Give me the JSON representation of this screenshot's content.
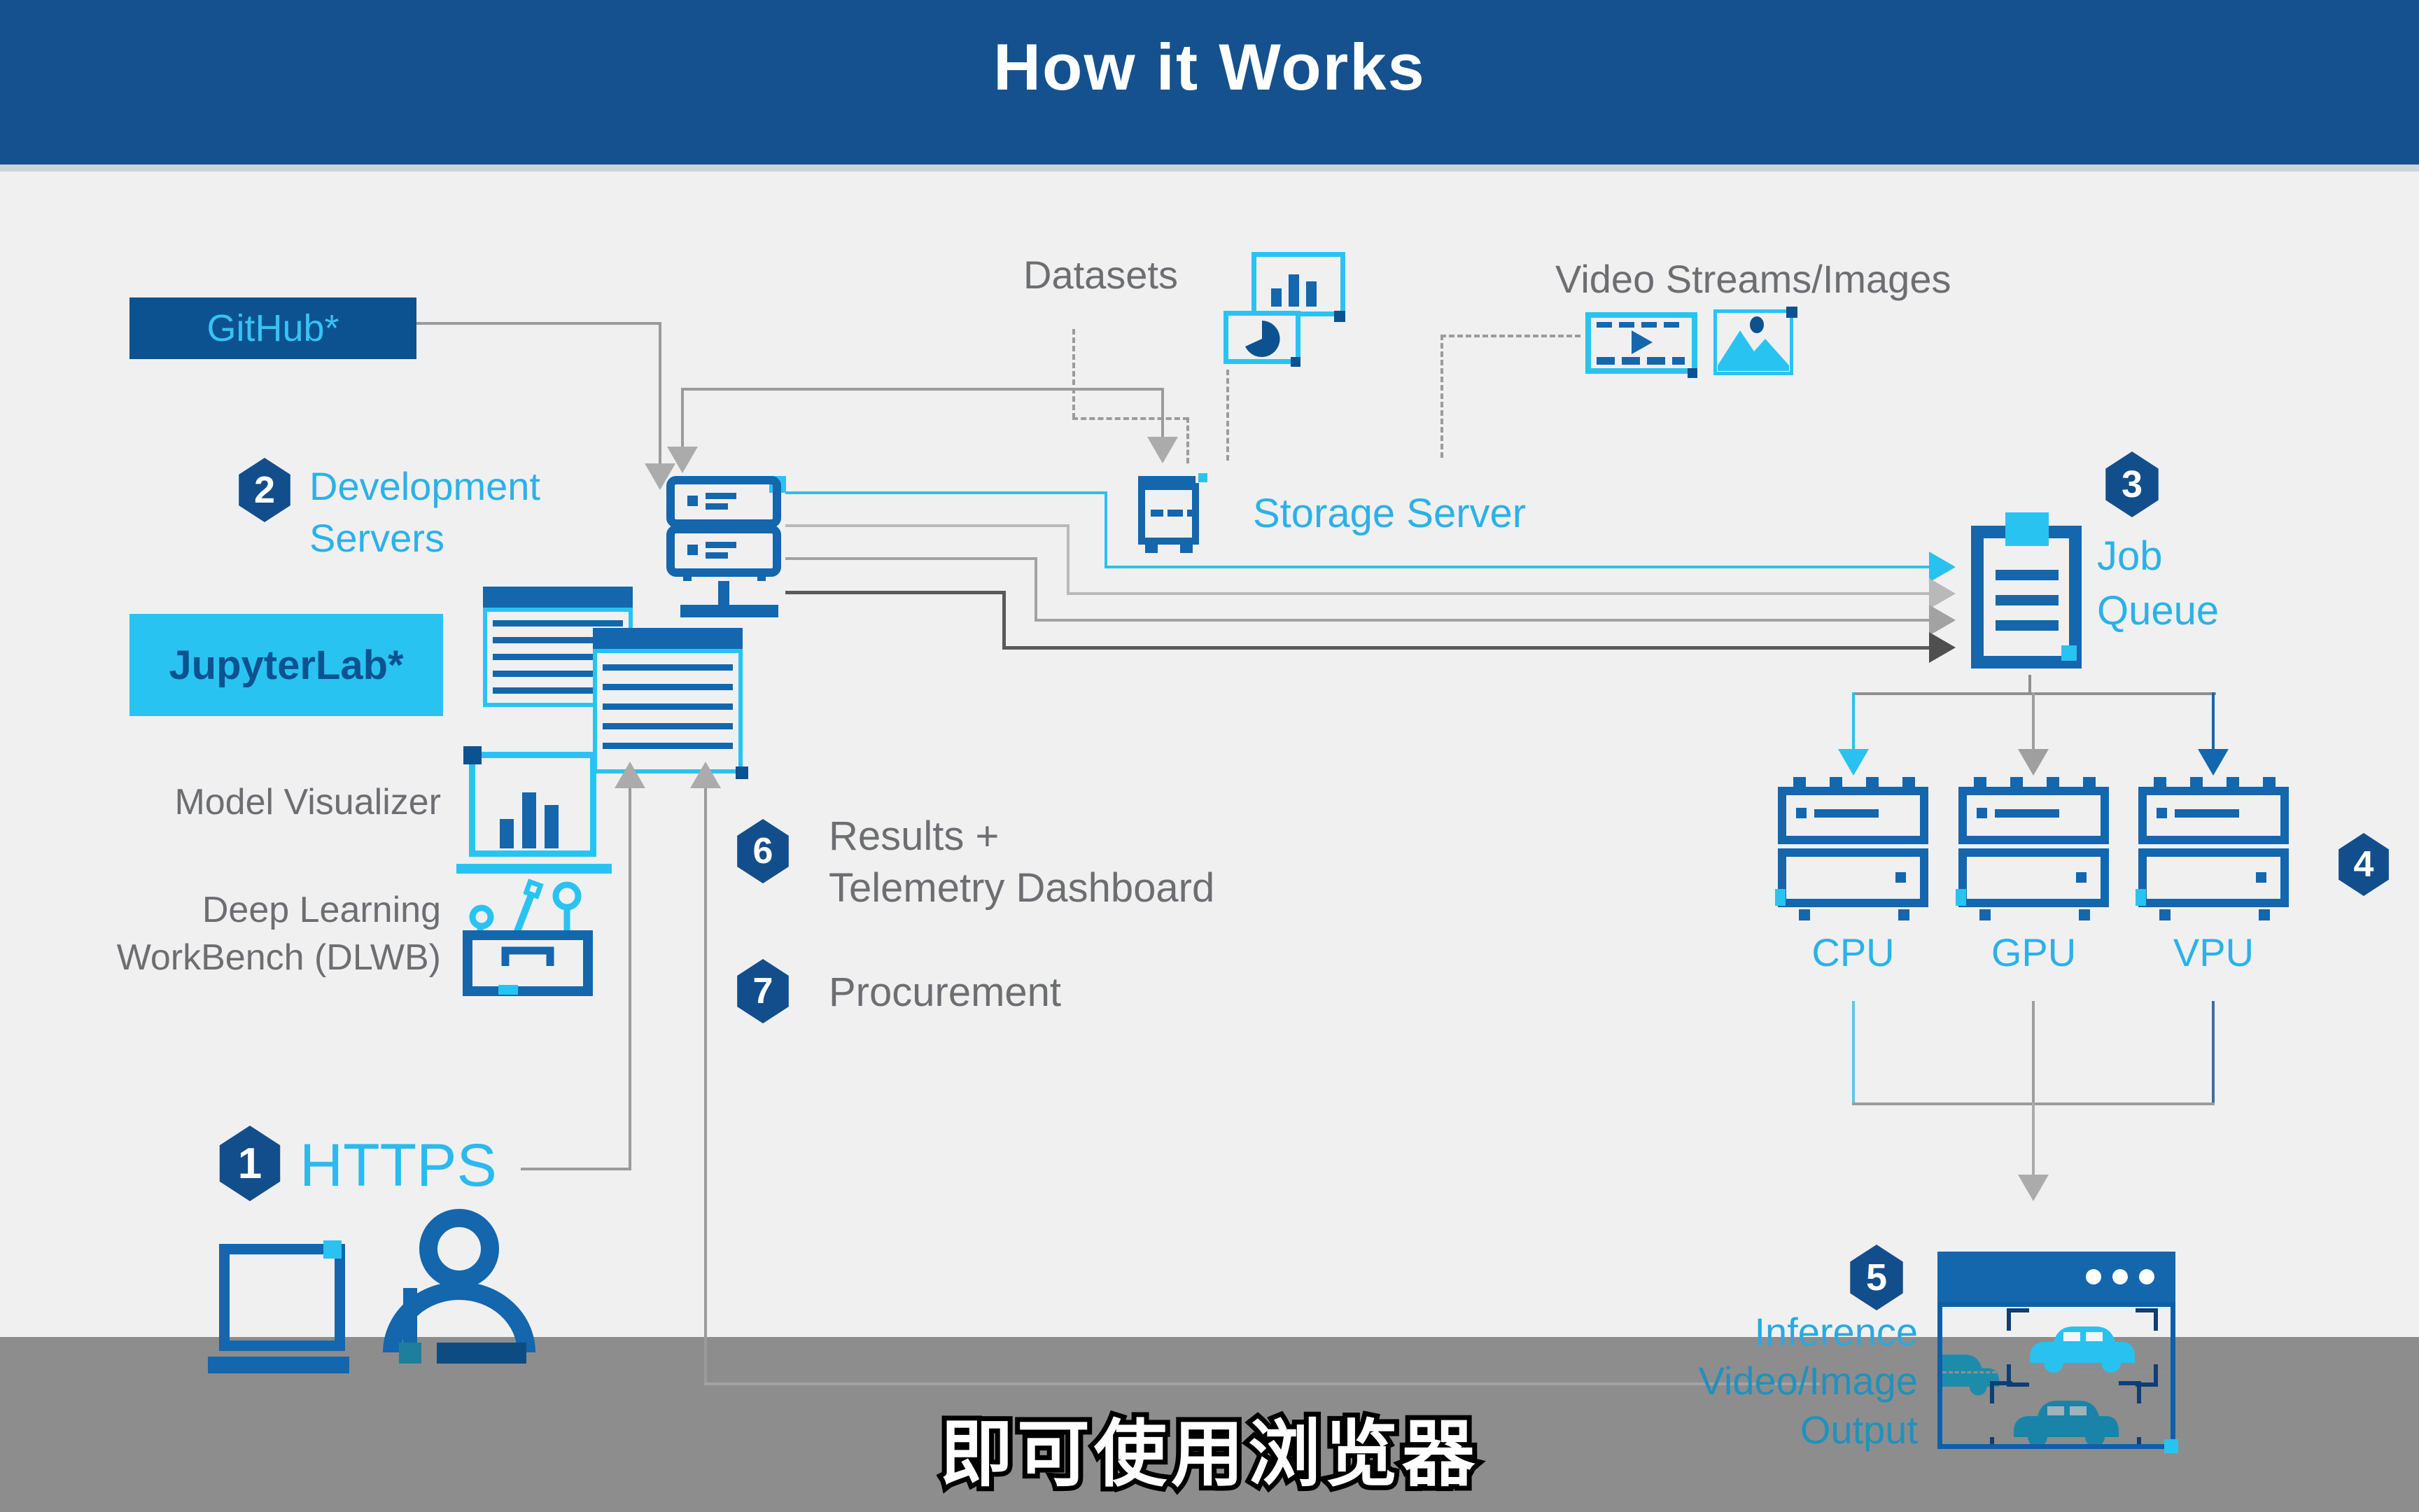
{
  "title": "How it Works",
  "subtitle": "即可使用浏览器",
  "colors": {
    "banner": "#15518e",
    "navy_box": "#0c5290",
    "cyan_box": "#29c3f1",
    "cyan_text": "#2bb1e7",
    "gray_text": "#6d6e71",
    "icon_blue": "#1466ad",
    "subtitle_band": "#8d8d8d",
    "connector_gray": "#9b9b9b",
    "connector_cyan": "#29c1f0",
    "connector_dark": "#5a5a5a"
  },
  "nodes": {
    "github": {
      "label": "GitHub*"
    },
    "dev_servers": {
      "step": "2",
      "label_line1": "Development",
      "label_line2": "Servers"
    },
    "jupyterlab": {
      "label": "JupyterLab*"
    },
    "model_visualizer": {
      "label": "Model Visualizer"
    },
    "dlwb": {
      "label_line1": "Deep Learning",
      "label_line2": "WorkBench (DLWB)"
    },
    "https": {
      "step": "1",
      "label": "HTTPS"
    },
    "datasets": {
      "label": "Datasets"
    },
    "storage_server": {
      "label": "Storage Server"
    },
    "video_streams": {
      "label": "Video Streams/Images"
    },
    "job_queue": {
      "step": "3",
      "label_line1": "Job",
      "label_line2": "Queue"
    },
    "compute": {
      "step": "4",
      "units": [
        "CPU",
        "GPU",
        "VPU"
      ]
    },
    "inference": {
      "step": "5",
      "label_line1": "Inference",
      "label_line2": "Video/Image",
      "label_line3": "Output"
    },
    "results": {
      "step": "6",
      "label_line1": "Results +",
      "label_line2": "Telemetry Dashboard"
    },
    "procurement": {
      "step": "7",
      "label": "Procurement"
    }
  }
}
